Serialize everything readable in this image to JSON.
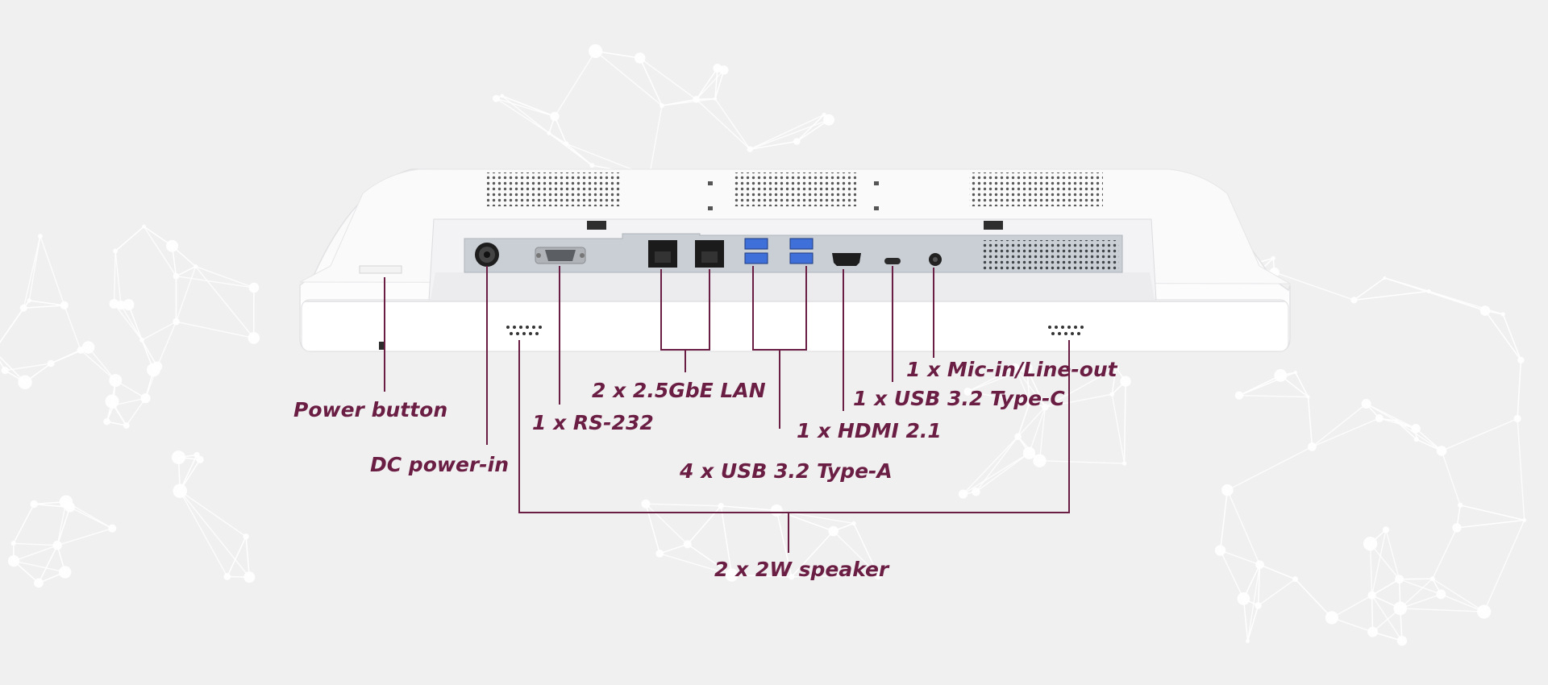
{
  "colors": {
    "background": "#f1f0f0",
    "accent": "#6b1e43",
    "network": "#ffffff",
    "device_body": "#ffffff",
    "device_shadow": "#e2e2e4",
    "io_plate": "#c9cfd4",
    "usb_blue": "#3f6fd8",
    "port_dark": "#2a2a2a"
  },
  "labels": {
    "power_button": "Power button",
    "dc_power_in": "DC power-in",
    "rs232": "1 x RS-232",
    "lan": "2 x 2.5GbE LAN",
    "usb_a": "4 x USB 3.2 Type-A",
    "hdmi": "1 x HDMI 2.1",
    "usb_c": "1 x USB 3.2 Type-C",
    "mic": "1 x Mic-in/Line-out",
    "speaker": "2 x 2W speaker"
  }
}
